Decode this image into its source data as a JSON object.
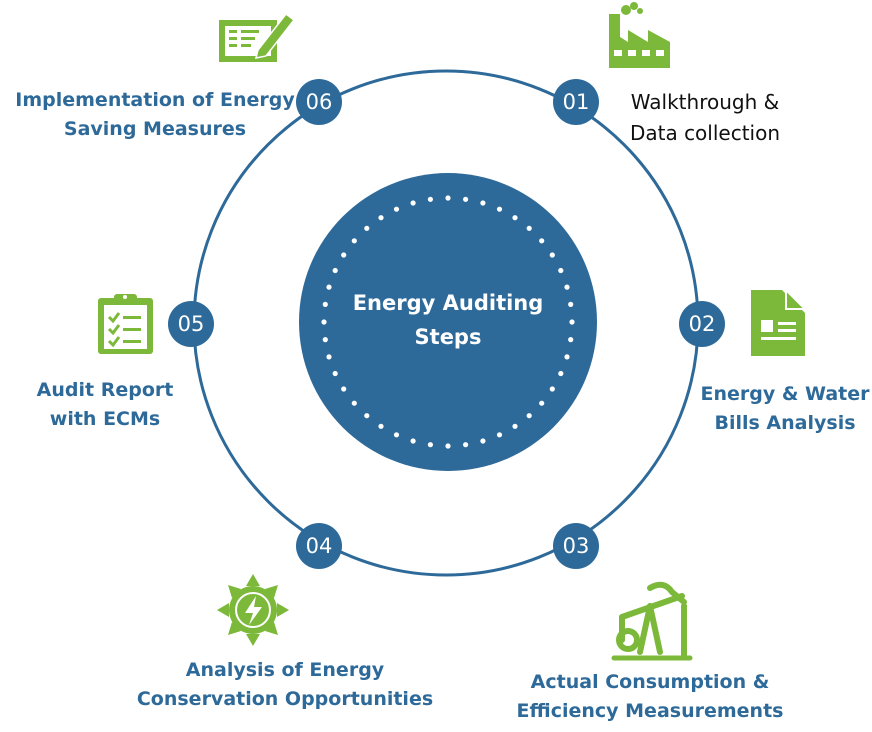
{
  "center": {
    "title_line1": "Energy Auditing",
    "title_line2": "Steps"
  },
  "colors": {
    "primary_blue": "#2e6a99",
    "icon_green": "#7cb93a"
  },
  "steps": [
    {
      "number": "01",
      "line1": "Walkthrough &",
      "line2": "Data collection",
      "icon": "factory-icon"
    },
    {
      "number": "02",
      "line1": "Energy & Water",
      "line2": "Bills Analysis",
      "icon": "bill-document-icon"
    },
    {
      "number": "03",
      "line1": "Actual Consumption &",
      "line2": "Efficiency Measurements",
      "icon": "pump-jack-icon"
    },
    {
      "number": "04",
      "line1": "Analysis of Energy",
      "line2": "Conservation Opportunities",
      "icon": "sun-energy-icon"
    },
    {
      "number": "05",
      "line1": "Audit Report",
      "line2": "with ECMs",
      "icon": "clipboard-checklist-icon"
    },
    {
      "number": "06",
      "line1": "Implementation of Energy",
      "line2": "Saving Measures",
      "icon": "form-edit-icon"
    }
  ]
}
